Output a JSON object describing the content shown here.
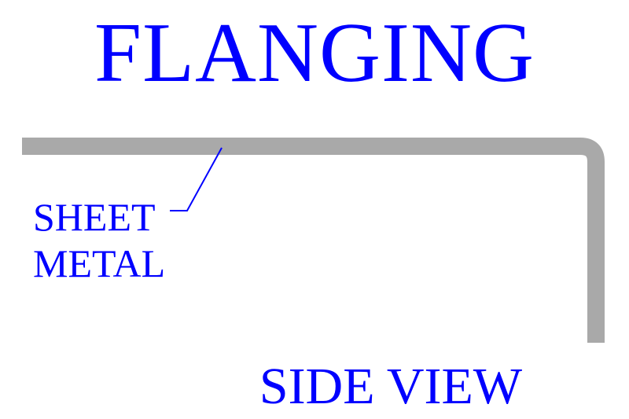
{
  "title": "FLANGING",
  "label": {
    "line1": "SHEET",
    "line2": "METAL"
  },
  "view_label": "SIDE VIEW",
  "colors": {
    "text": "#0000ff",
    "leader": "#0000ff",
    "sheet_metal": "#a9a9a9",
    "background": "#ffffff"
  }
}
